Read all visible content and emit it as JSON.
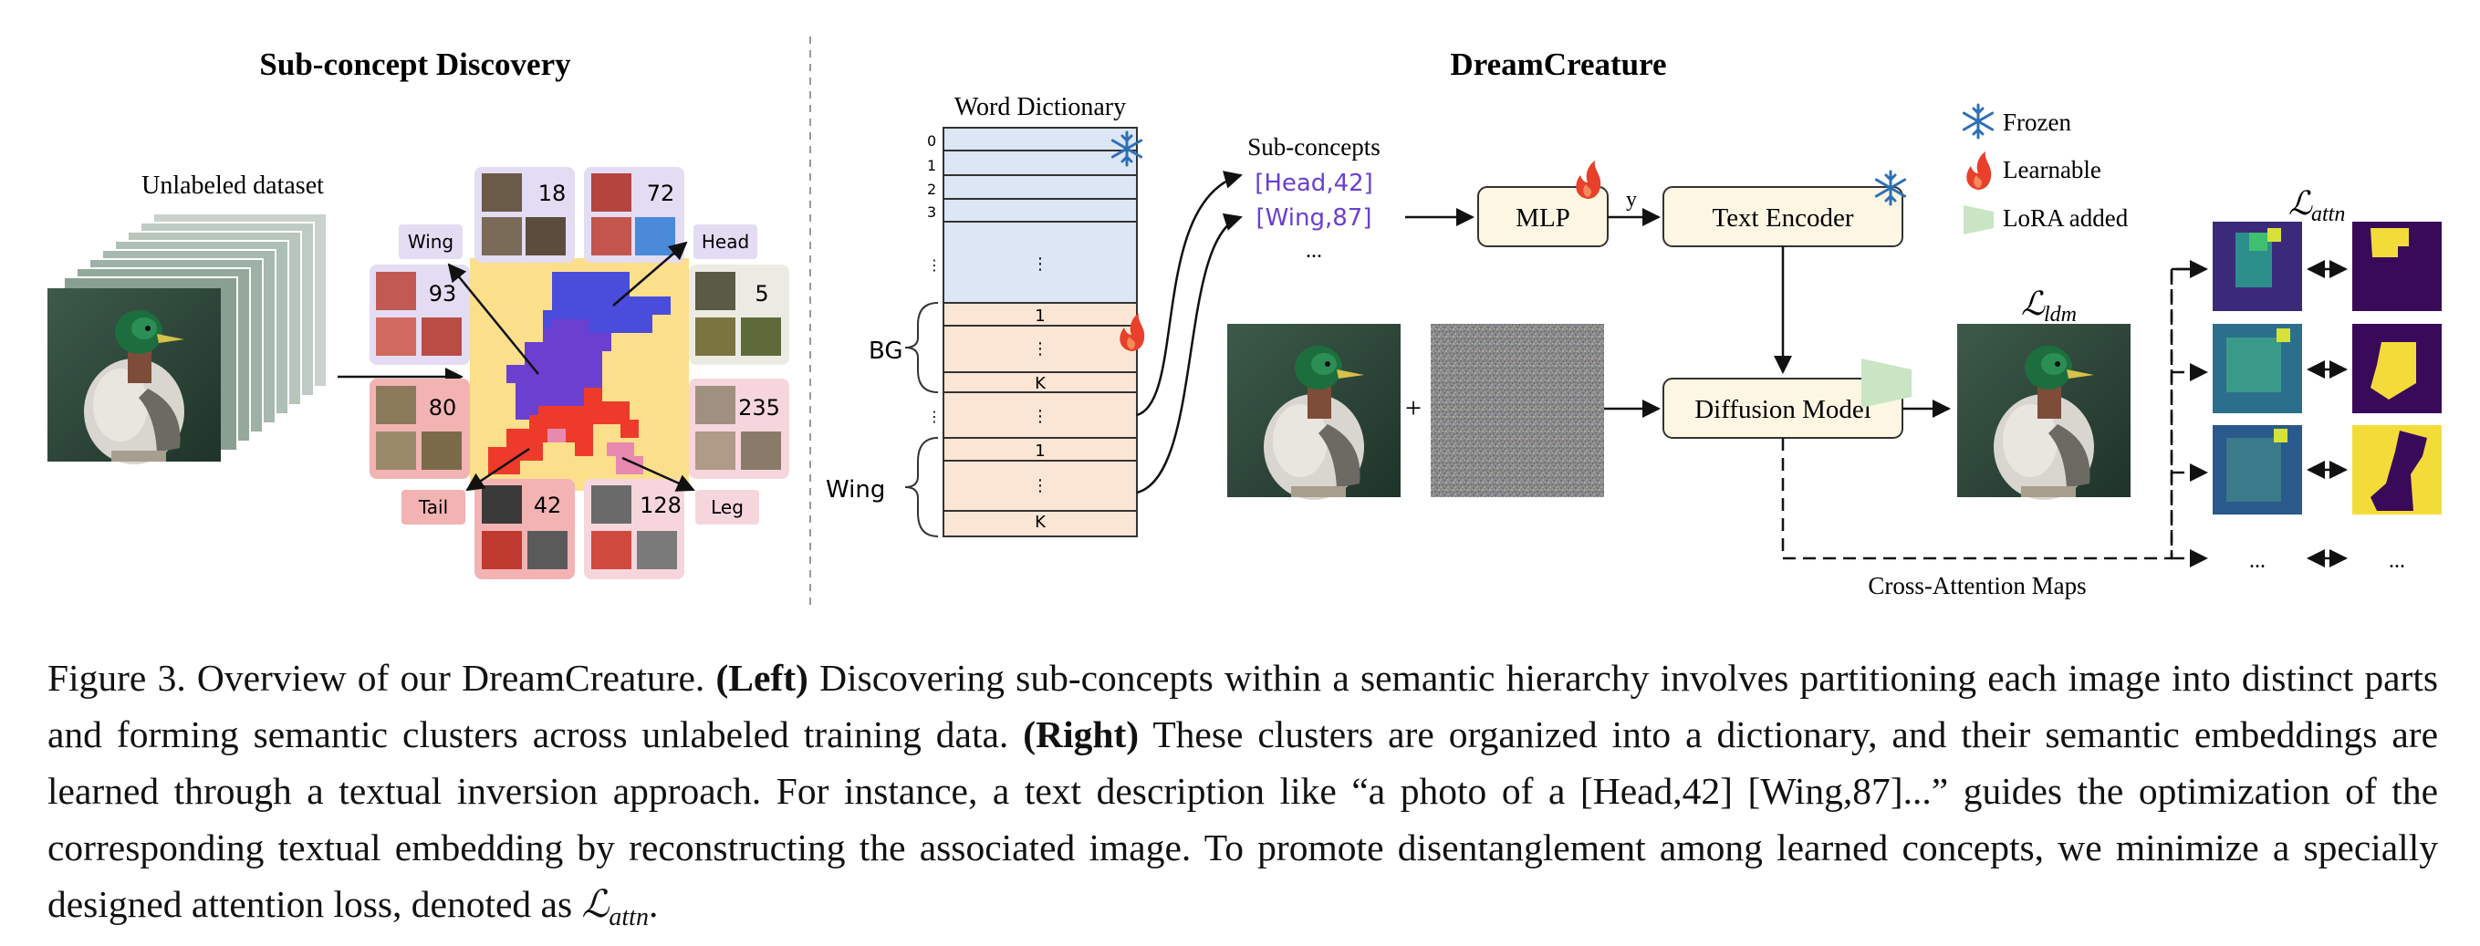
{
  "left_panel": {
    "title": "Sub-concept Discovery",
    "dataset_label": "Unlabeled dataset",
    "parts": [
      {
        "name": "Wing",
        "count": "18"
      },
      {
        "name": "",
        "count": "72"
      },
      {
        "name": "Head",
        "count": "5"
      },
      {
        "name": "",
        "count": "93"
      },
      {
        "name": "",
        "count": "80"
      },
      {
        "name": "",
        "count": "235"
      },
      {
        "name": "Tail",
        "count": "42"
      },
      {
        "name": "Leg",
        "count": "128"
      }
    ],
    "part_labels": {
      "wing": "Wing",
      "head": "Head",
      "tail": "Tail",
      "leg": "Leg"
    },
    "counts": {
      "c18": "18",
      "c72": "72",
      "c5": "5",
      "c93": "93",
      "c80": "80",
      "c235": "235",
      "c42": "42",
      "c128": "128"
    }
  },
  "right_panel": {
    "title": "DreamCreature",
    "dictionary_label": "Word Dictionary",
    "row_indices": [
      "0",
      "1",
      "2",
      "3",
      "⋮"
    ],
    "group_rows": [
      "1",
      "⋮",
      "K"
    ],
    "bg_label": "BG",
    "wing_label": "Wing",
    "subconcepts_label": "Sub-concepts",
    "subconcept_1": "[Head,42]",
    "subconcept_2": "[Wing,87]",
    "subconcept_more": "...",
    "mlp_label": "MLP",
    "y_label": "y",
    "text_encoder_label": "Text Encoder",
    "diffusion_label": "Diffusion Model",
    "plus": "+",
    "ldm_label": "ℒ",
    "ldm_sub": "ldm",
    "attn_label": "ℒ",
    "attn_sub": "attn",
    "cross_attn_label": "Cross-Attention Maps",
    "ellipsis": "...",
    "legend": {
      "frozen": "Frozen",
      "learnable": "Learnable",
      "lora": "LoRA added"
    }
  },
  "colors": {
    "dictionary_top": "#dce6f4",
    "dictionary_groups": "#fbe6d6",
    "box_fill": "#fdf6e3",
    "subconcept_text": "#6a3fd1",
    "purple_blob": "#6b3fcf",
    "blue_blob": "#4a4cdc",
    "red_blob": "#ee3a2b",
    "yellow_bg": "#fbdf8b",
    "lora": "#c9e5c4",
    "flame": "#e8402a",
    "snow": "#2d6fb6"
  },
  "caption": {
    "figure": "Figure 3. Overview of our DreamCreature.",
    "left_bold": "(Left)",
    "left_text": "Discovering sub-concepts within a semantic hierarchy involves partitioning each image into distinct parts and forming semantic clusters across unlabeled training data.",
    "right_bold": "(Right)",
    "right_text": "These clusters are organized into a dictionary, and their semantic embeddings are learned through a textual inversion approach. For instance, a text description like “a photo of a [Head,42] [Wing,87]...” guides the optimization of the corresponding textual embedding by reconstructing the associated image. To promote disentanglement among learned concepts, we minimize a specially designed attention loss, denoted as",
    "attn_symbol": "ℒ",
    "attn_sub": "attn",
    "end": "."
  }
}
